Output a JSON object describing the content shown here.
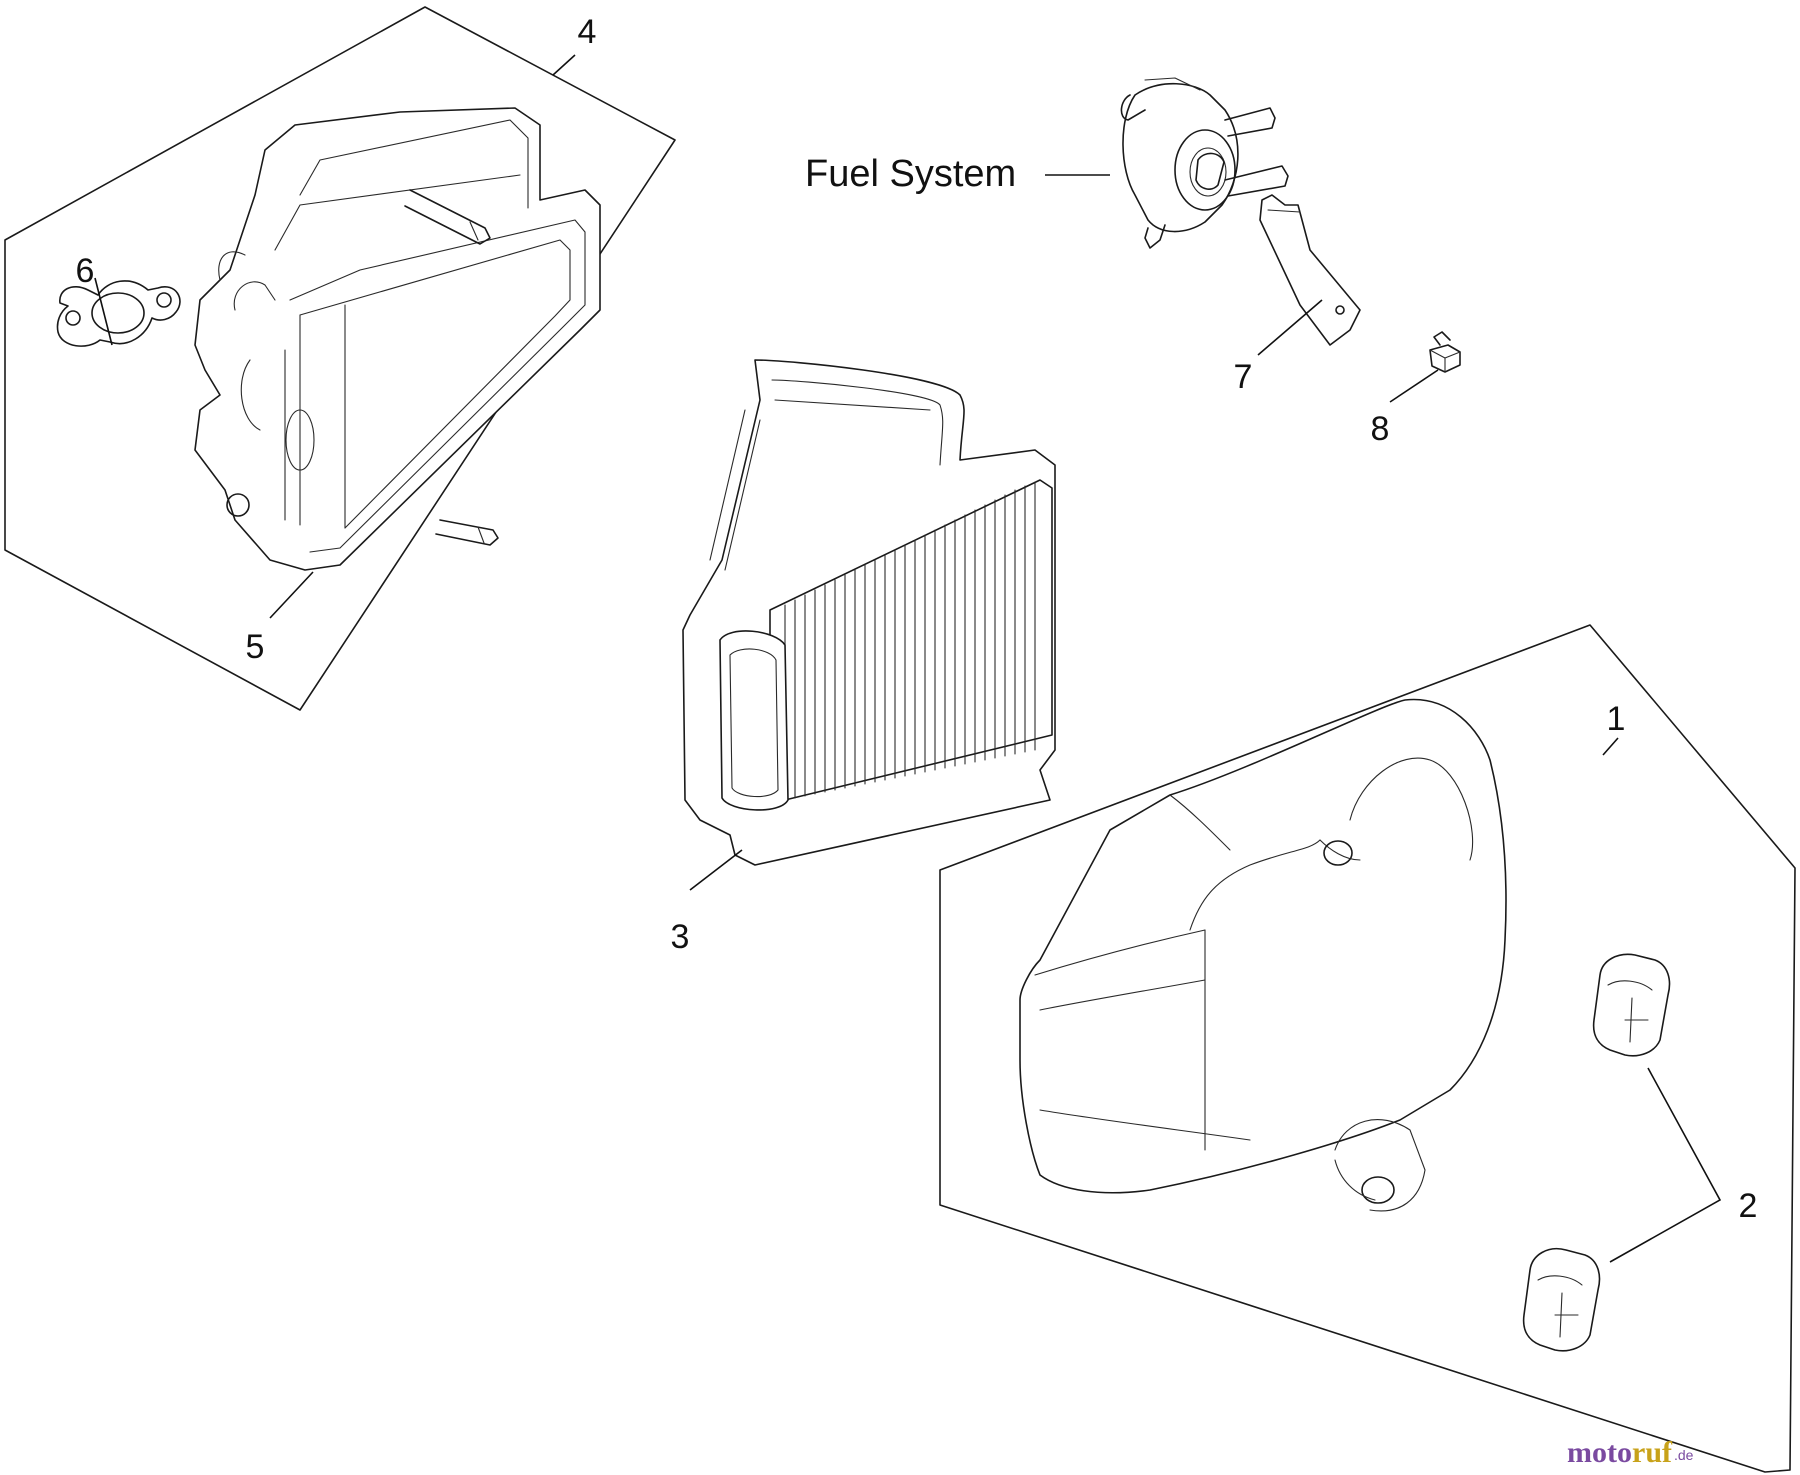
{
  "callouts": {
    "c1": "1",
    "c2": "2",
    "c3": "3",
    "c4": "4",
    "c5": "5",
    "c6": "6",
    "c7": "7",
    "c8": "8"
  },
  "labels": {
    "fuel_system": "Fuel System"
  },
  "watermark": {
    "part1": "moto",
    "part2": "ruf",
    "suffix": ".de"
  },
  "colors": {
    "line": "#1a1a1a",
    "watermark_purple": "#7a4aa0",
    "watermark_gold": "#c8a21a"
  }
}
